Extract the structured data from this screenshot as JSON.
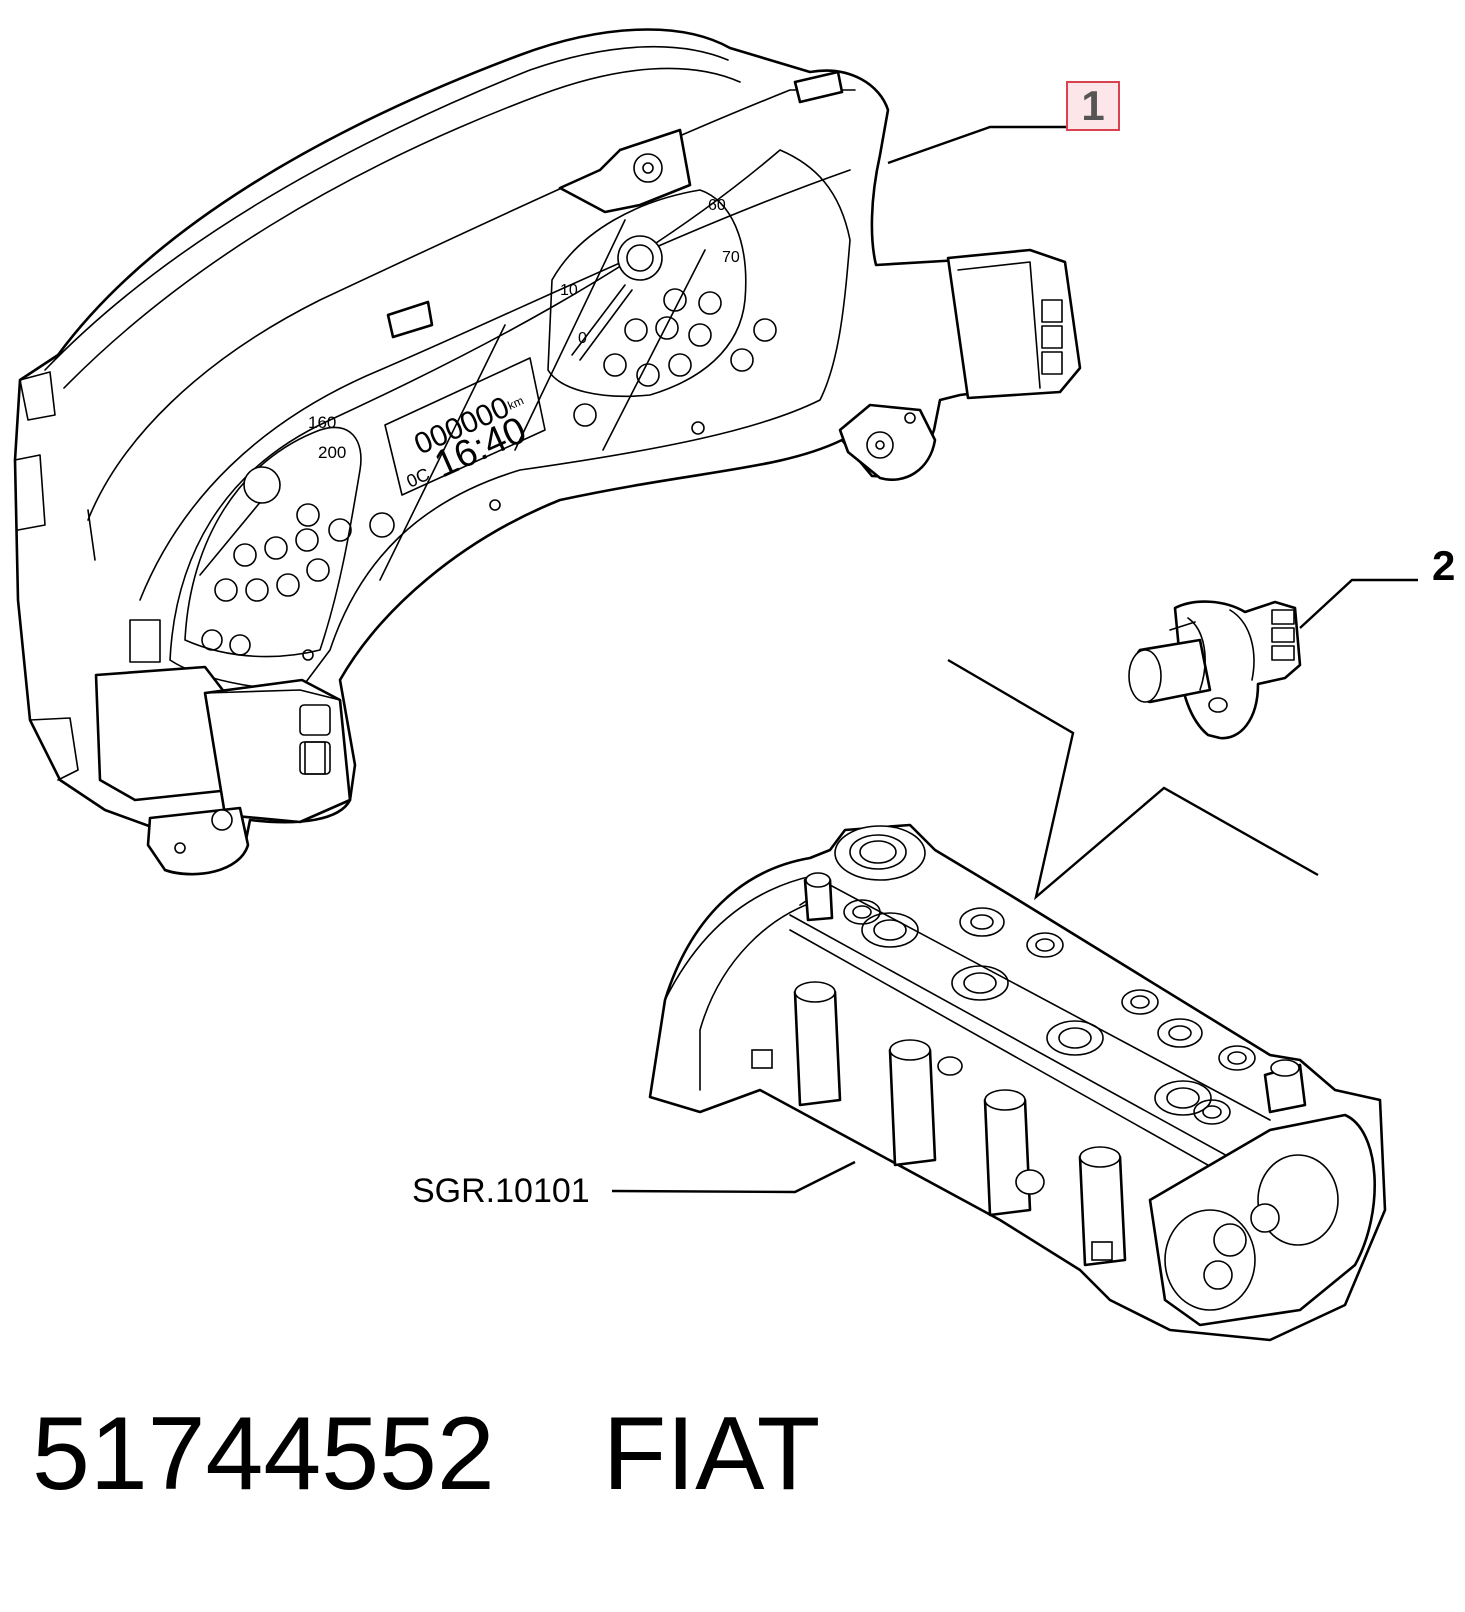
{
  "callouts": {
    "item_1": "1",
    "item_2": "2"
  },
  "reference_label": "SGR.10101",
  "cluster_display": {
    "odometer": "000000",
    "odometer_unit": "km",
    "clock": "16:40",
    "temp_prefix": "0C"
  },
  "gauge_ticks": {
    "left_gauge": [
      "160",
      "200"
    ],
    "right_gauge": [
      "0",
      "10",
      "60",
      "70"
    ]
  },
  "footer": {
    "part_number": "51744552",
    "brand": "FIAT"
  },
  "colors": {
    "line": "#000000",
    "background": "#ffffff",
    "callout_box_border": "#d9414f",
    "callout_box_fill": "#fde6ea"
  }
}
